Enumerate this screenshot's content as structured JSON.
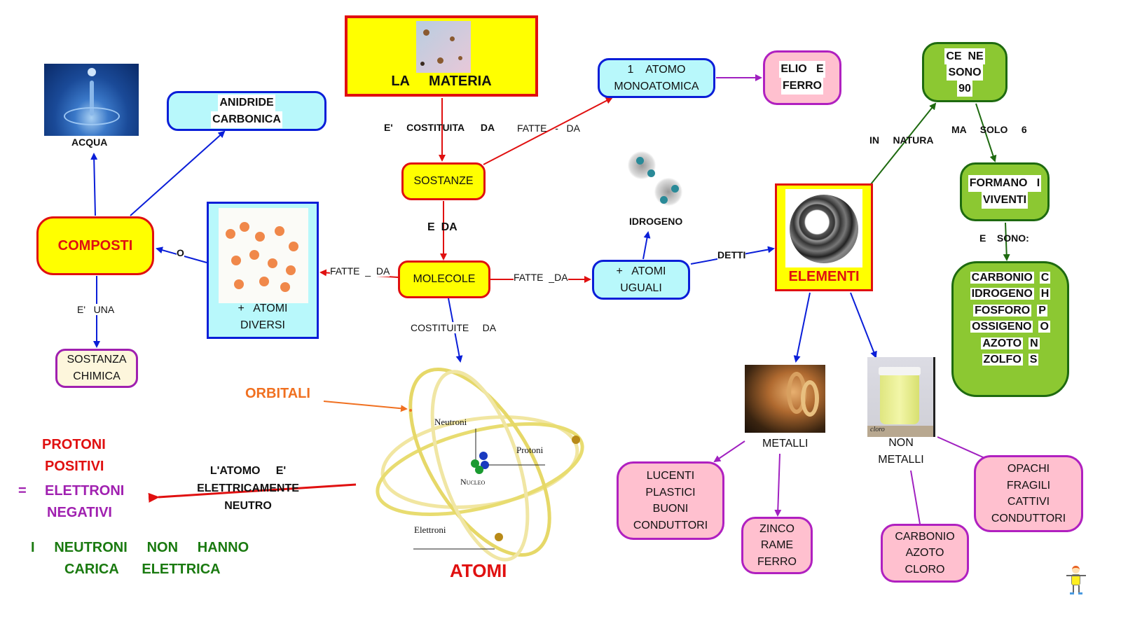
{
  "nodes": {
    "materia": {
      "line1": "LA     MATERIA"
    },
    "sostanze": {
      "label": "SOSTANZE"
    },
    "molecole": {
      "label": "MOLECOLE"
    },
    "monoatomica": {
      "line1": "1    ATOMO",
      "line2": "MONOATOMICA"
    },
    "elio_ferro": {
      "line1": "ELIO   E",
      "line2": "FERRO"
    },
    "atomi_uguali": {
      "line1": "+   ATOMI",
      "line2": "UGUALI"
    },
    "idrogeno": {
      "label": "IDROGENO"
    },
    "elementi": {
      "label": "ELEMENTI"
    },
    "atomi_diversi": {
      "line1": "+   ATOMI",
      "line2": "DIVERSI"
    },
    "composti": {
      "label": "COMPOSTI"
    },
    "acqua": {
      "label": "ACQUA"
    },
    "anidride": {
      "line1": "ANIDRIDE",
      "line2": "CARBONICA"
    },
    "sostanza_chimica": {
      "line1": "SOSTANZA",
      "line2": "CHIMICA"
    },
    "ce_ne_sono": {
      "line1": "CE  NE",
      "line2": "SONO",
      "line3": "90"
    },
    "formano": {
      "line1": "FORMANO   I",
      "line2": "VIVENTI"
    },
    "elements_list": [
      {
        "name": "CARBONIO",
        "symbol": "C"
      },
      {
        "name": "IDROGENO",
        "symbol": "H"
      },
      {
        "name": "FOSFORO",
        "symbol": "P"
      },
      {
        "name": "OSSIGENO",
        "symbol": "O"
      },
      {
        "name": "AZOTO",
        "symbol": "N"
      },
      {
        "name": "ZOLFO",
        "symbol": "S"
      }
    ],
    "metalli": {
      "label": "METALLI"
    },
    "non_metalli": {
      "line1": "NON",
      "line2": "METALLI",
      "photo_caption": "cloro"
    },
    "metal_props": {
      "lines": [
        "LUCENTI",
        "PLASTICI",
        "BUONI",
        "CONDUTTORI"
      ]
    },
    "metal_examples": {
      "lines": [
        "ZINCO",
        "RAME",
        "FERRO"
      ]
    },
    "nonmetal_examples": {
      "lines": [
        "CARBONIO",
        "AZOTO",
        "CLORO"
      ]
    },
    "nonmetal_props": {
      "lines": [
        "OPACHI",
        "FRAGILI",
        "CATTIVI",
        "CONDUTTORI"
      ]
    },
    "atomi": {
      "label": "ATOMI",
      "neutroni": "Neutroni",
      "protoni": "Protoni",
      "nucleo": "Nucleo",
      "elettroni": "Elettroni"
    },
    "orbitali": {
      "label": "ORBITALI"
    },
    "neutro": {
      "line1": "L'ATOMO     E'",
      "line2": "ELETTRICAMENTE",
      "line3": "NEUTRO"
    },
    "protoni_text": {
      "line1": "PROTONI",
      "line2": "POSITIVI"
    },
    "elettroni_text": {
      "eq": "=",
      "line1": "ELETTRONI",
      "line2": "NEGATIVI"
    },
    "neutroni_text": {
      "line1": "I     NEUTRONI     NON     HANNO",
      "line2": "CARICA      ELETTRICA"
    }
  },
  "edge_labels": {
    "costituita": "E'     COSTITUITA      DA",
    "fatte_da_mono": "FATTE   -   DA",
    "e_da": "E  DA",
    "fatte_da_left": "FATTE  _  DA",
    "fatte_da_right": "FATTE  _DA",
    "costituite": "COSTITUITE     DA",
    "o": "O",
    "e_una": "E'   UNA",
    "detti": "DETTI",
    "in_natura": "IN     NATURA",
    "ma_solo": "MA     SOLO     6",
    "e_sono": "E    SONO:"
  },
  "colors": {
    "red": "#e01010",
    "blue": "#0a1ed8",
    "purple": "#a020c0",
    "green": "#1e6a10",
    "orange": "#f07020",
    "yellow": "#ffff00"
  }
}
